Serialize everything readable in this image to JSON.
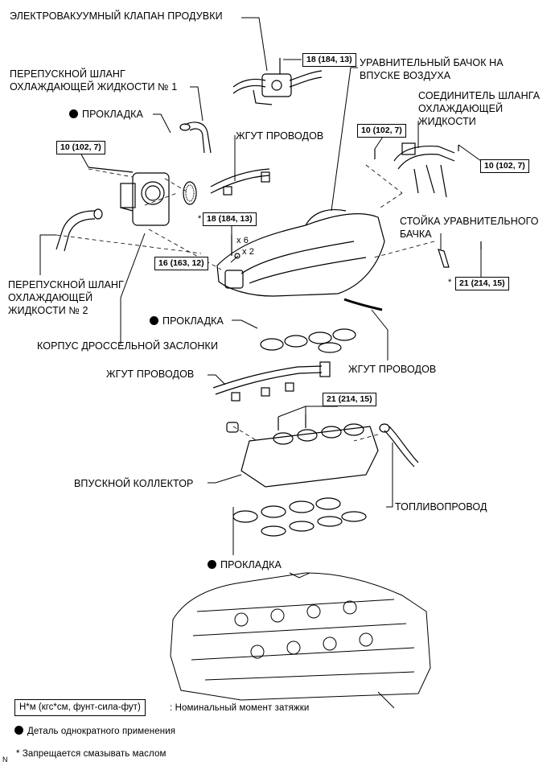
{
  "labels": {
    "purge_vsv": "ЭЛЕКТРОВАКУУМНЫЙ КЛАПАН ПРОДУВКИ",
    "bypass_hose_1": "ПЕРЕПУСКНОЙ ШЛАНГ\nОХЛАЖДАЮЩЕЙ ЖИДКОСТИ № 1",
    "gasket_top": "ПРОКЛАДКА",
    "wire_harness_1": "ЖГУТ ПРОВОДОВ",
    "surge_tank": "УРАВНИТЕЛЬНЫЙ БАЧОК НА\nВПУСКЕ ВОЗДУХА",
    "hose_joint": "СОЕДИНИТЕЛЬ ШЛАНГА\nОХЛАЖДАЮЩЕЙ\nЖИДКОСТИ",
    "surge_tank_stay": "СТОЙКА УРАВНИТЕЛЬНОГО\nБАЧКА",
    "bypass_hose_2": "ПЕРЕПУСКНОЙ ШЛАНГ\nОХЛАЖДАЮЩЕЙ\nЖИДКОСТИ № 2",
    "gasket_mid": "ПРОКЛАДКА",
    "throttle_body": "КОРПУС ДРОССЕЛЬНОЙ ЗАСЛОНКИ",
    "wire_harness_2": "ЖГУТ ПРОВОДОВ",
    "wire_harness_3": "ЖГУТ ПРОВОДОВ",
    "intake_manifold": "ВПУСКНОЙ КОЛЛЕКТОР",
    "fuel_line": "ТОПЛИВОПРОВОД",
    "gasket_bottom": "ПРОКЛАДКА"
  },
  "torques": {
    "vsv_bolt": "18 (184, 13)",
    "throttle_bolt": "10 (102, 7)",
    "joint_bolt_left": "10 (102, 7)",
    "joint_bolt_right": "10 (102, 7)",
    "tank_bolt": "18 (184, 13)",
    "tank_nut": "16 (163, 12)",
    "stay_bolt": "21 (214, 15)",
    "manifold_bolt": "21 (214, 15)"
  },
  "marks": {
    "asterisk": "*",
    "times_6": "x 6",
    "times_2": "x 2",
    "north": "N"
  },
  "legend": {
    "torque_unit": "Н*м (кгс*см, фунт-сила-фут)",
    "torque_desc": ": Номинальный момент затяжки",
    "non_reusable": "Деталь однократного применения",
    "no_oil": "* Запрещается смазывать маслом"
  }
}
